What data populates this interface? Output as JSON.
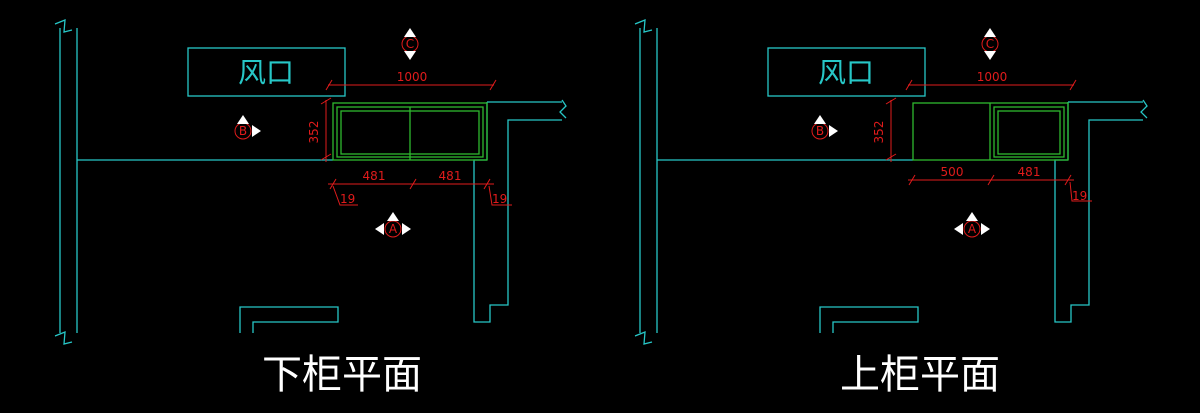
{
  "plans": [
    {
      "title": "下柜平面",
      "vent_label": "风口",
      "dims": {
        "top": "1000",
        "height": "352",
        "bottom_left": "481",
        "bottom_right": "481",
        "gap_left": "19",
        "gap_right": "19"
      },
      "markers": {
        "a": "A",
        "b": "B",
        "c": "C"
      }
    },
    {
      "title": "上柜平面",
      "vent_label": "风口",
      "dims": {
        "top": "1000",
        "height": "352",
        "bottom_left": "500",
        "bottom_right": "481",
        "gap_right": "19"
      },
      "markers": {
        "a": "A",
        "b": "B",
        "c": "C"
      }
    }
  ],
  "colors": {
    "wall": "#27c7c7",
    "cabinet": "#2eb82e",
    "dimension": "#e01b1b",
    "title": "#ffffff"
  }
}
